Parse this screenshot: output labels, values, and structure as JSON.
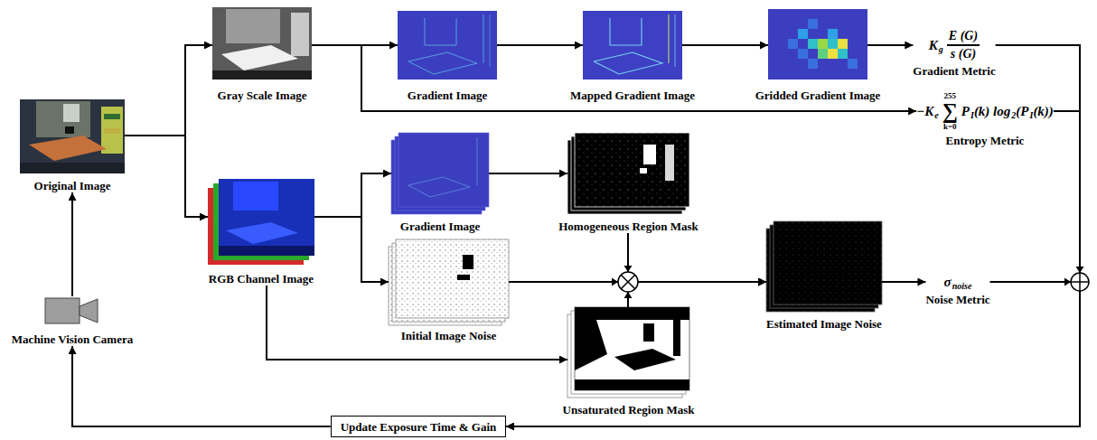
{
  "diagram": {
    "nodes": [
      {
        "text": [
          "Original Image"
        ]
      },
      {
        "text": [
          "Gray Scale Image"
        ]
      },
      {
        "text": [
          "Gradient Image"
        ]
      },
      {
        "text": [
          "Mapped Gradient Image"
        ]
      },
      {
        "text": [
          "Gridded Gradient Image"
        ]
      },
      {
        "text": [
          "K",
          "g",
          "E (G)",
          "s (G)",
          "Gradient Metric"
        ]
      },
      {
        "text": [
          "−K",
          "e",
          "255",
          "∑",
          "k=0",
          "P",
          "I",
          "(k) log",
          "2",
          "(P",
          "I",
          "(k))",
          "Entropy Metric"
        ]
      },
      {
        "text": [
          "RGB Channel Image"
        ]
      },
      {
        "text": [
          "Gradient Image"
        ]
      },
      {
        "text": [
          "Homogeneous Region Mask"
        ]
      },
      {
        "text": [
          "Initial Image Noise"
        ]
      },
      {
        "text": [
          "Unsaturated Region Mask"
        ]
      },
      {
        "text": [
          "Estimated Image Noise"
        ]
      },
      {
        "text": [
          "σ",
          "noise",
          "Noise Metric"
        ]
      },
      {
        "text": [
          "Machine Vision Camera"
        ]
      },
      {
        "text": [
          "Update Exposure Time & Gain"
        ]
      }
    ],
    "edges": [
      {
        "from": 0,
        "to": 1,
        "arrow": "to"
      },
      {
        "from": 0,
        "to": 7,
        "arrow": "to"
      },
      {
        "from": 1,
        "to": 2,
        "arrow": "to"
      },
      {
        "from": 1,
        "to": 6,
        "arrow": "to"
      },
      {
        "from": 2,
        "to": 3,
        "arrow": "to"
      },
      {
        "from": 3,
        "to": 4,
        "arrow": "to"
      },
      {
        "from": 4,
        "to": 5,
        "arrow": "to"
      },
      {
        "from": 7,
        "to": 8,
        "arrow": "to"
      },
      {
        "from": 7,
        "to": 10,
        "arrow": "to"
      },
      {
        "from": 7,
        "to": 11,
        "arrow": "to"
      },
      {
        "from": 8,
        "to": 9,
        "arrow": "to"
      },
      {
        "from": 10,
        "to": 12,
        "arrow": "to"
      },
      {
        "from": 9,
        "to": 12,
        "arrow": "to"
      },
      {
        "from": 11,
        "to": 12,
        "arrow": "to"
      },
      {
        "from": 12,
        "to": 13,
        "arrow": "to"
      },
      {
        "from": 5,
        "to": 15,
        "arrow": "to"
      },
      {
        "from": 6,
        "to": 15,
        "arrow": "to"
      },
      {
        "from": 13,
        "to": 15,
        "arrow": "to"
      },
      {
        "from": 15,
        "to": 14,
        "arrow": "to"
      },
      {
        "from": 14,
        "to": 0,
        "arrow": "to"
      }
    ]
  }
}
